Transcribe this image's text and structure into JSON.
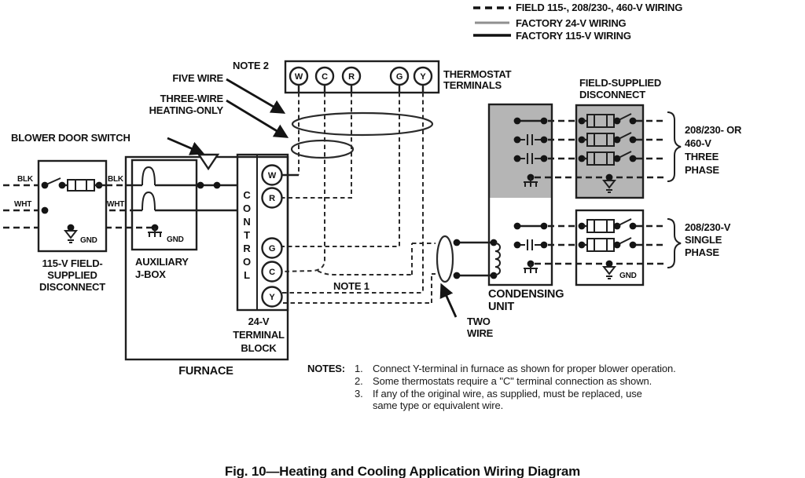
{
  "legend": {
    "items": [
      {
        "label": "FIELD 115-, 208/230-, 460-V WIRING",
        "style": "dashed-black"
      },
      {
        "label": "FACTORY 24-V WIRING",
        "style": "solid-gray"
      },
      {
        "label": "FACTORY 115-V WIRING",
        "style": "solid-black"
      }
    ]
  },
  "thermostat": {
    "note2": "NOTE 2",
    "title_line1": "THERMOSTAT",
    "title_line2": "TERMINALS",
    "terminals": [
      "W",
      "C",
      "R",
      "G",
      "Y"
    ]
  },
  "callouts": {
    "five_wire": "FIVE WIRE",
    "three_wire_line1": "THREE-WIRE",
    "three_wire_line2": "HEATING-ONLY",
    "blower_door_switch": "BLOWER DOOR SWITCH",
    "note1": "NOTE 1",
    "two_wire_line1": "TWO",
    "two_wire_line2": "WIRE"
  },
  "left_disconnect": {
    "blk_left": "BLK",
    "blk_right": "BLK",
    "wht_left": "WHT",
    "wht_right": "WHT",
    "gnd": "GND",
    "caption_line1": "115-V FIELD-",
    "caption_line2": "SUPPLIED",
    "caption_line3": "DISCONNECT"
  },
  "furnace": {
    "jbox_line1": "AUXILIARY",
    "jbox_line2": "J-BOX",
    "jbox_gnd": "GND",
    "control_letters": [
      "C",
      "O",
      "N",
      "T",
      "R",
      "O",
      "L"
    ],
    "terminals": [
      "W",
      "R",
      "G",
      "C",
      "Y"
    ],
    "block_line1": "24-V",
    "block_line2": "TERMINAL",
    "block_line3": "BLOCK",
    "label": "FURNACE"
  },
  "right": {
    "disconnect_line1": "FIELD-SUPPLIED",
    "disconnect_line2": "DISCONNECT",
    "three_phase_lines": [
      "208/230- OR",
      "460-V",
      "THREE",
      "PHASE"
    ],
    "single_phase_lines": [
      "208/230-V",
      "SINGLE",
      "PHASE"
    ],
    "condensing_line1": "CONDENSING",
    "condensing_line2": "UNIT",
    "gnd": "GND"
  },
  "notes": {
    "heading": "NOTES:",
    "items": [
      {
        "num": "1.",
        "line1": "Connect Y-terminal in furnace as shown for proper blower operation."
      },
      {
        "num": "2.",
        "line1": "Some thermostats require a \"C\" terminal connection as shown."
      },
      {
        "num": "3.",
        "line1": "If any of the original wire, as supplied, must be replaced, use",
        "line2": "same type or equivalent wire."
      }
    ]
  },
  "caption": "Fig. 10—Heating and Cooling Application Wiring Diagram",
  "colors": {
    "ink": "#1f1f1f",
    "gray_fill": "#b5b5b5",
    "gray_wire": "#8f8f8f",
    "background": "#ffffff"
  }
}
